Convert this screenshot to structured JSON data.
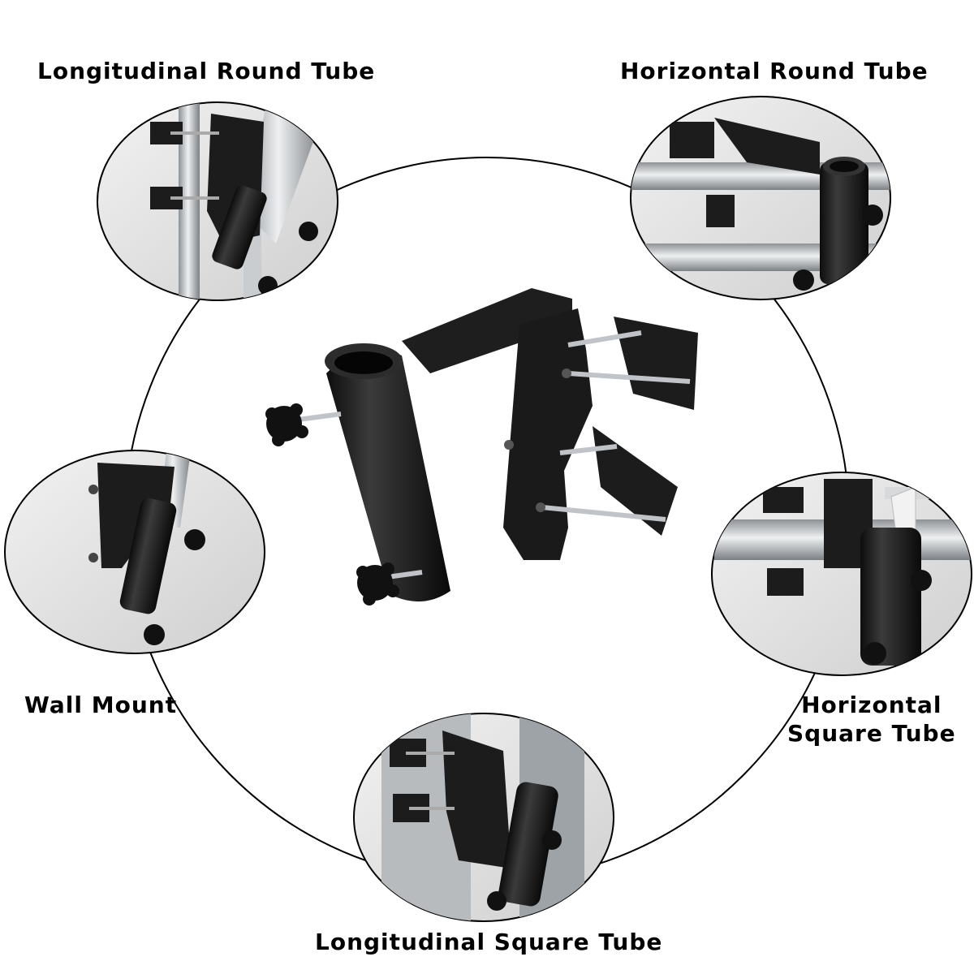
{
  "labels": {
    "longitudinal_round_tube": "Longitudinal Round Tube",
    "horizontal_round_tube": "Horizontal Round Tube",
    "wall_mount": "Wall Mount",
    "horizontal_square_tube_line1": "Horizontal",
    "horizontal_square_tube_line2": "Square Tube",
    "longitudinal_square_tube": "Longitudinal Square Tube"
  },
  "colors": {
    "background": "#ffffff",
    "ring": "#000000",
    "bracket": "#1c1c1c",
    "metal": "#bfc3c6",
    "photo_bg": "#e6e6e6"
  }
}
